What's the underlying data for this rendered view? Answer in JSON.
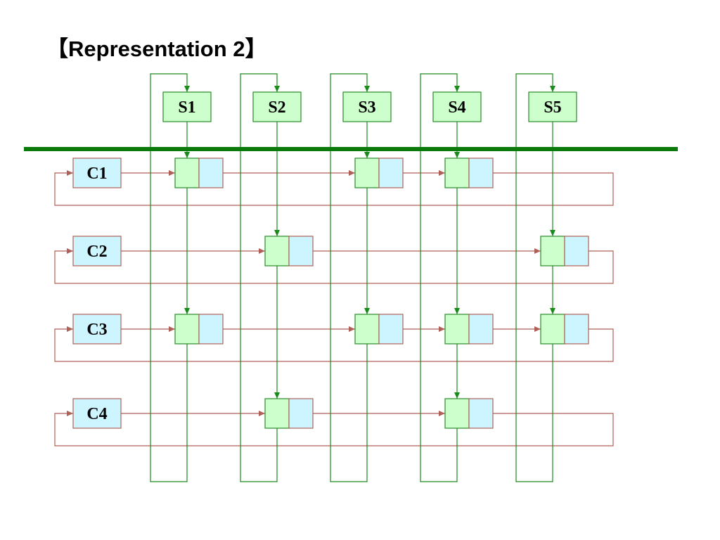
{
  "title": "【Representation 2】",
  "columns": [
    "S1",
    "S2",
    "S3",
    "S4",
    "S5"
  ],
  "rows": [
    "C1",
    "C2",
    "C3",
    "C4"
  ],
  "links": [
    {
      "row": 0,
      "col": 0
    },
    {
      "row": 0,
      "col": 2
    },
    {
      "row": 0,
      "col": 3
    },
    {
      "row": 1,
      "col": 1
    },
    {
      "row": 1,
      "col": 4
    },
    {
      "row": 2,
      "col": 0
    },
    {
      "row": 2,
      "col": 2
    },
    {
      "row": 2,
      "col": 3
    },
    {
      "row": 2,
      "col": 4
    },
    {
      "row": 3,
      "col": 1
    },
    {
      "row": 3,
      "col": 3
    }
  ],
  "colors": {
    "column_line": "#1a8a1a",
    "row_line": "#b06058",
    "divider": "#0a7a0a",
    "head_fill": "#ccffcc",
    "head_stroke": "#2a8a2a",
    "row_fill": "#ccf5ff",
    "row_stroke": "#b06058",
    "cell_left_fill": "#ccffcc",
    "cell_right_fill": "#ccf5ff"
  }
}
